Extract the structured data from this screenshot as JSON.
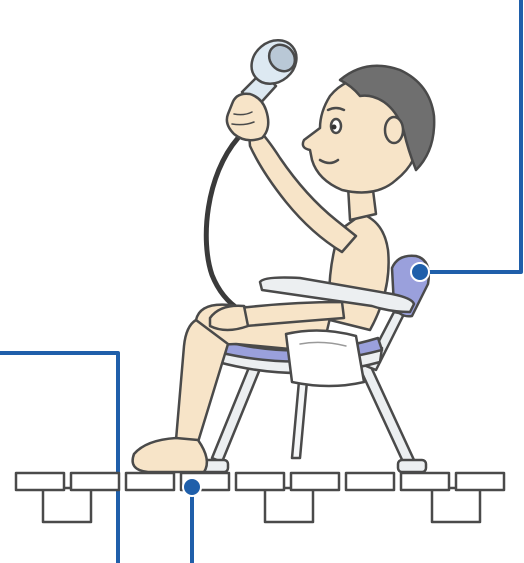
{
  "colors": {
    "leader_line": "#1f5faa",
    "skin": "#f7e4c8",
    "hair": "#6f6f6f",
    "outline": "#4a4a4a",
    "seat_cushion": "#9aa0dc",
    "chair_frame": "#eceff1",
    "shower_head": "#dde9f2",
    "hose": "#3a3a3a",
    "towel": "#ffffff"
  },
  "icons": [
    "person-figure",
    "shower-head-icon",
    "shower-chair-icon",
    "duckboard-slats",
    "callout-dot-icon"
  ],
  "callouts": [
    {
      "name": "backrest-callout",
      "label": ""
    },
    {
      "name": "leg-callout",
      "label": ""
    },
    {
      "name": "slat-callout",
      "label": ""
    }
  ]
}
